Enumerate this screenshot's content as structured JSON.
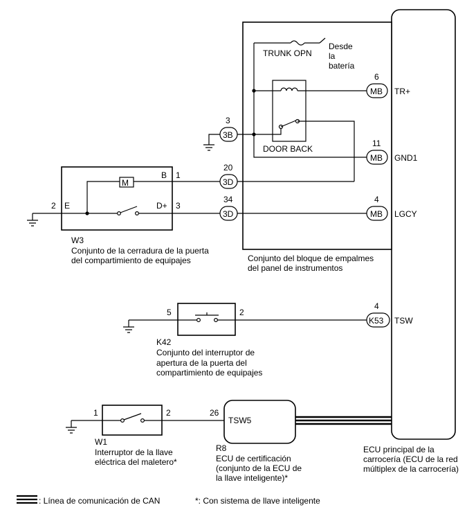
{
  "connectors": {
    "tr_plus": {
      "pin": "6",
      "code": "MB",
      "signal": "TR+"
    },
    "gnd1": {
      "pin": "11",
      "code": "MB",
      "signal": "GND1"
    },
    "lgcy": {
      "pin": "4",
      "code": "MB",
      "signal": "LGCY"
    },
    "tsw": {
      "pin": "4",
      "code": "K53",
      "signal": "TSW"
    },
    "c3b": {
      "pin": "3",
      "code": "3B"
    },
    "c3d_20": {
      "pin": "20",
      "code": "3D"
    },
    "c3d_34": {
      "pin": "34",
      "code": "3D"
    }
  },
  "junction_block": {
    "fuse_label": "TRUNK OPN",
    "battery_line1": "Desde",
    "battery_line2": "la",
    "battery_line3": "batería",
    "relay_label": "DOOR BACK",
    "name_line1": "Conjunto del bloque de empalmes",
    "name_line2": "del panel de instrumentos"
  },
  "w3": {
    "code": "W3",
    "pin_b": "B",
    "pin_b_num": "1",
    "pin_d": "D+",
    "pin_d_num": "3",
    "pin_e": "E",
    "pin_e_num": "2",
    "motor": "M",
    "name_line1": "Conjunto de la cerradura de la puerta",
    "name_line2": "del compartimiento de equipajes"
  },
  "k42": {
    "code": "K42",
    "pin_left": "5",
    "pin_right": "2",
    "name_line1": "Conjunto del interruptor de",
    "name_line2": "apertura de la puerta del",
    "name_line3": "compartimiento de equipajes"
  },
  "w1": {
    "code": "W1",
    "pin_left": "1",
    "pin_right": "2",
    "name_line1": "Interruptor de la llave",
    "name_line2": "eléctrica del maletero*"
  },
  "r8": {
    "code": "R8",
    "pin": "26",
    "signal": "TSW5",
    "name_line1": "ECU de certificación",
    "name_line2": "(conjunto de la ECU de",
    "name_line3": "la llave inteligente)*"
  },
  "body_ecu": {
    "name_line1": "ECU principal de la",
    "name_line2": "carrocería (ECU de la red",
    "name_line3": "múltiplex de la carrocería)"
  },
  "legend": {
    "can_line": ": Línea de comunicación de CAN",
    "footnote": "*: Con sistema de llave inteligente"
  }
}
